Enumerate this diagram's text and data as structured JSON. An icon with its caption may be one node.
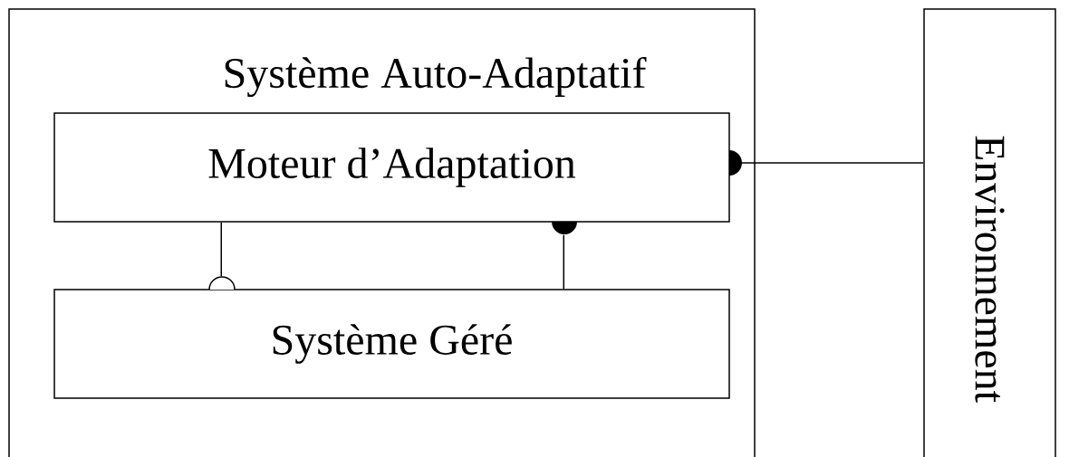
{
  "diagram": {
    "nodes": [
      {
        "text": [
          "Système Auto-Adaptatif"
        ]
      },
      {
        "text": [
          "Moteur d’Adaptation"
        ],
        "in": 0
      },
      {
        "text": [
          "Système Géré"
        ],
        "in": 0
      },
      {
        "text": [
          "Environnement"
        ]
      }
    ],
    "edges": [
      {
        "from": 1,
        "to": 3,
        "arrow": "other"
      },
      {
        "from": 1,
        "to": 2,
        "arrow": "other"
      },
      {
        "from": 2,
        "to": 1,
        "arrow": "other"
      }
    ]
  }
}
